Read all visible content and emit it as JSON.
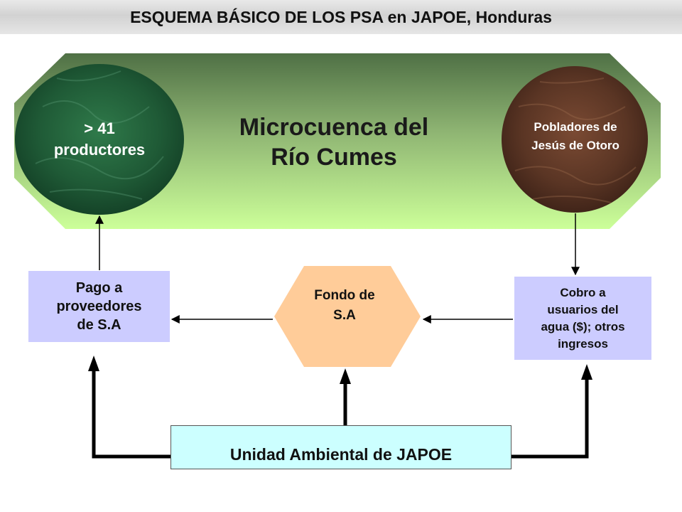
{
  "title": "ESQUEMA BÁSICO DE LOS PSA en JAPOE, Honduras",
  "watershed": {
    "line1": "Microcuenca del",
    "line2": "Río Cumes"
  },
  "producers": {
    "line1": "> 41",
    "line2": "productores"
  },
  "residents": {
    "line1": "Pobladores de",
    "line2": "Jesús de Otoro"
  },
  "payment": {
    "line1": "Pago a",
    "line2": "proveedores",
    "line3": "de S.A"
  },
  "fund": {
    "line1": "Fondo de",
    "line2": "S.A"
  },
  "collection": {
    "line1": "Cobro a",
    "line2": "usuarios del",
    "line3": "agua ($); otros",
    "line4": "ingresos"
  },
  "unit": {
    "label": "Unidad Ambiental de JAPOE"
  },
  "colors": {
    "watershed_top": "#4f7045",
    "watershed_bottom": "#ccff99",
    "producers_fill": "#1f5a36",
    "residents_fill": "#5a3524",
    "box_fill": "#ccccff",
    "fund_fill": "#ffcc99",
    "unit_fill": "#ccffff",
    "arrow": "#000000"
  }
}
